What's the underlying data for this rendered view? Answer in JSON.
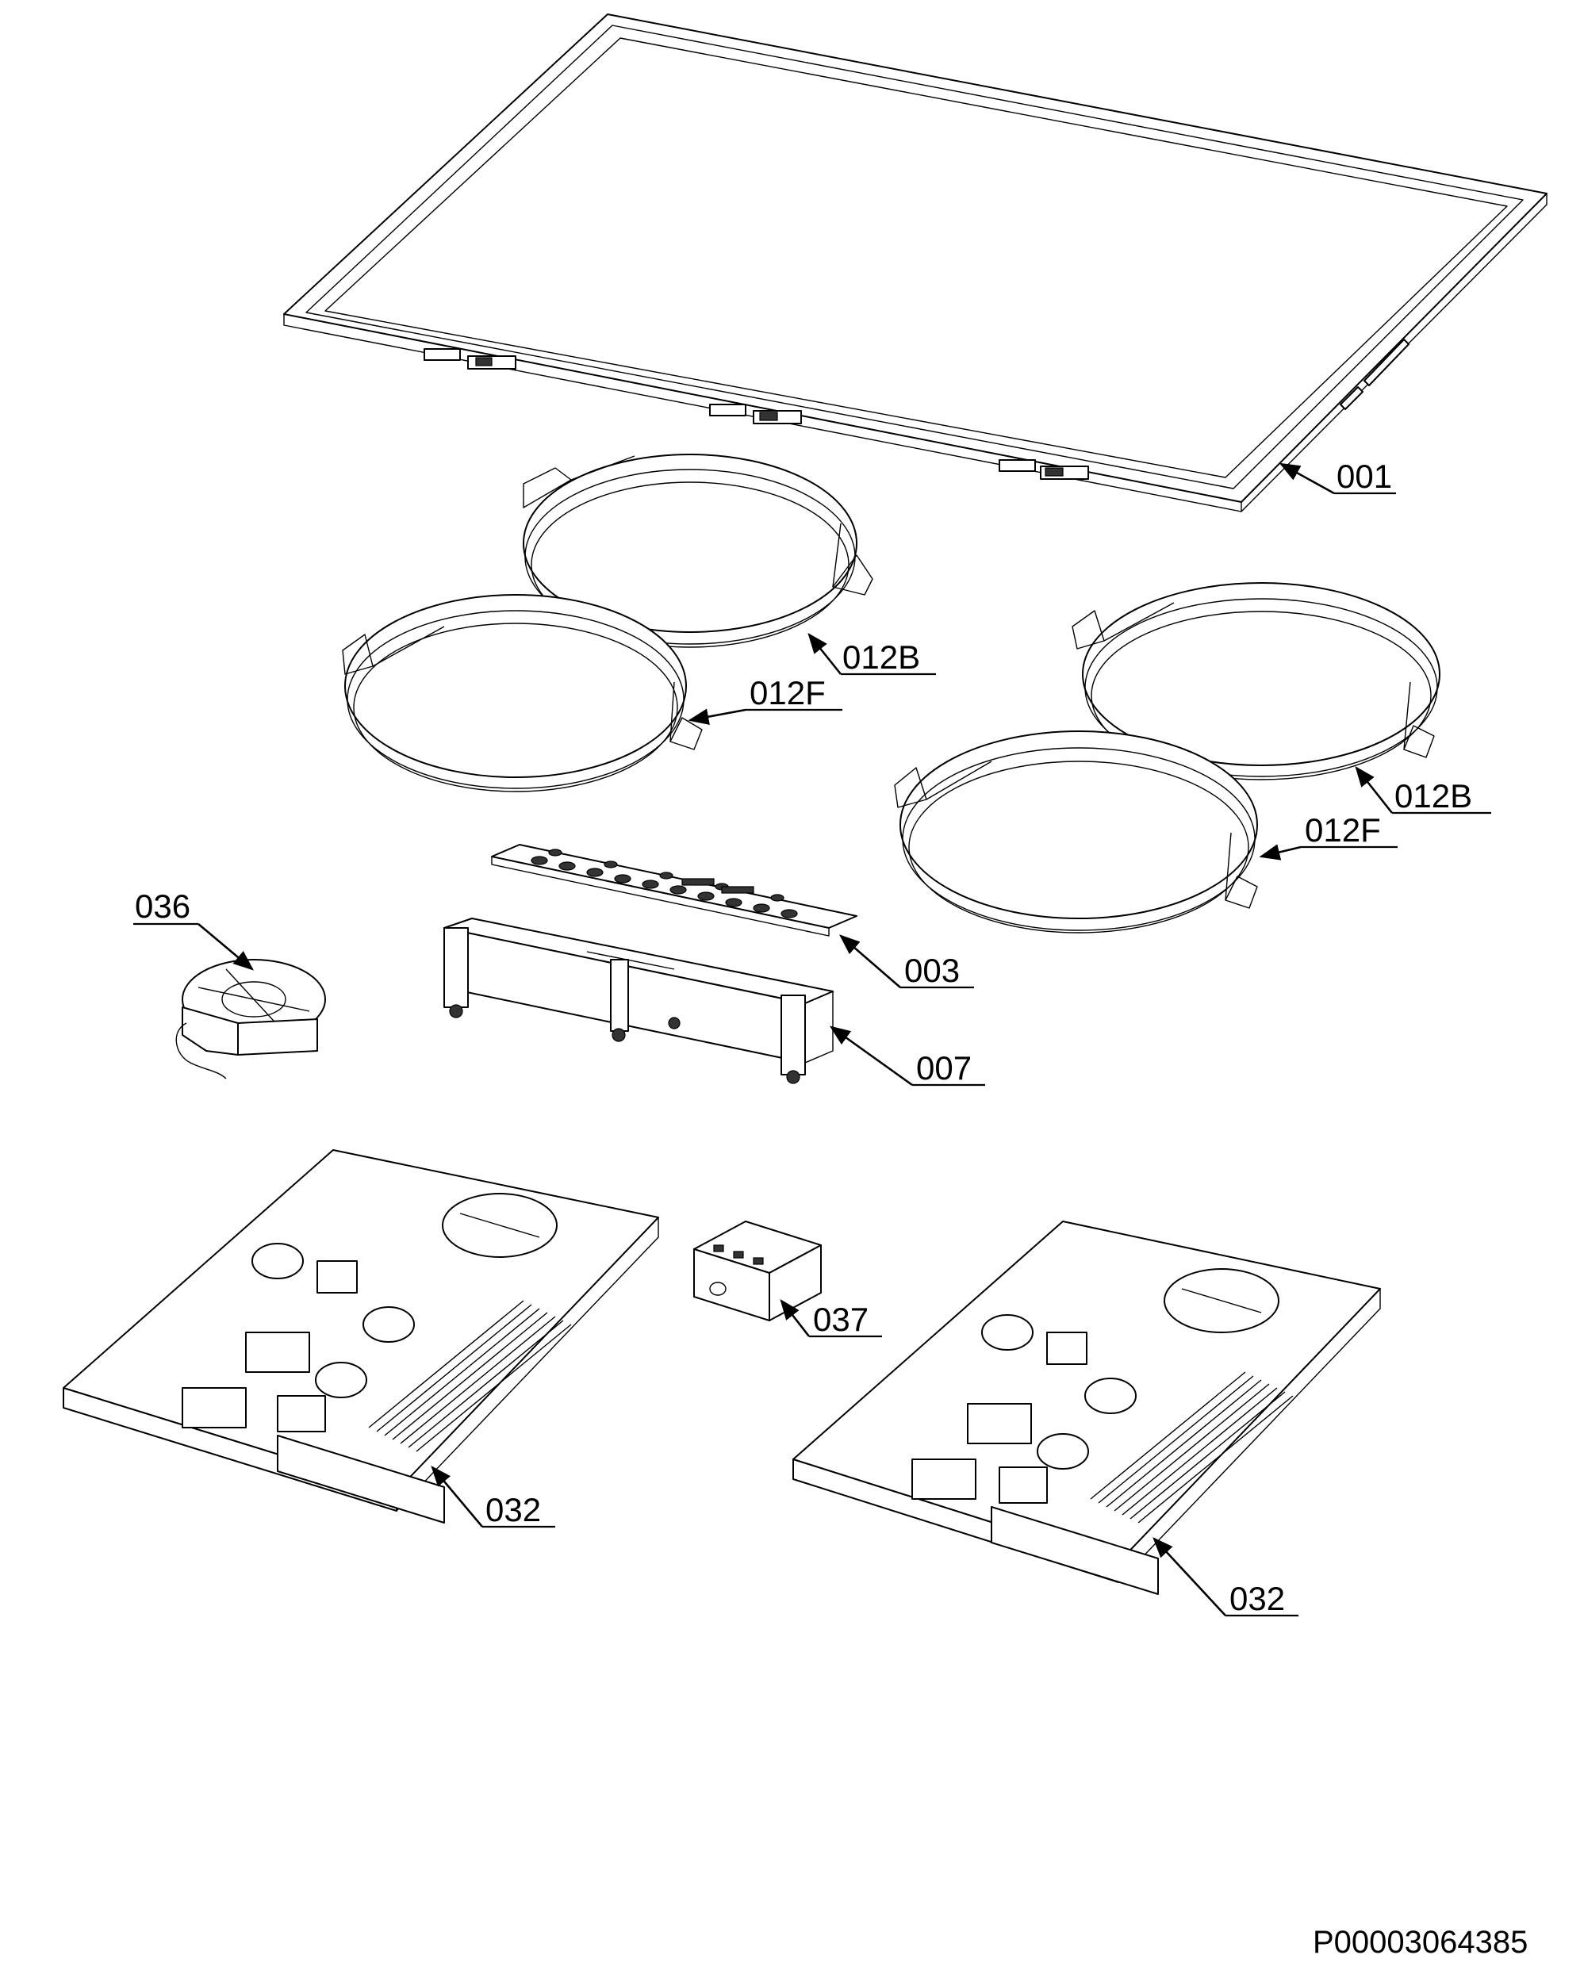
{
  "diagram": {
    "document_id": "P00003064385",
    "callouts": [
      {
        "id": "001"
      },
      {
        "id": "012B"
      },
      {
        "id": "012F"
      },
      {
        "id": "012B"
      },
      {
        "id": "012F"
      },
      {
        "id": "036"
      },
      {
        "id": "003"
      },
      {
        "id": "007"
      },
      {
        "id": "037"
      },
      {
        "id": "032"
      },
      {
        "id": "032"
      }
    ]
  }
}
